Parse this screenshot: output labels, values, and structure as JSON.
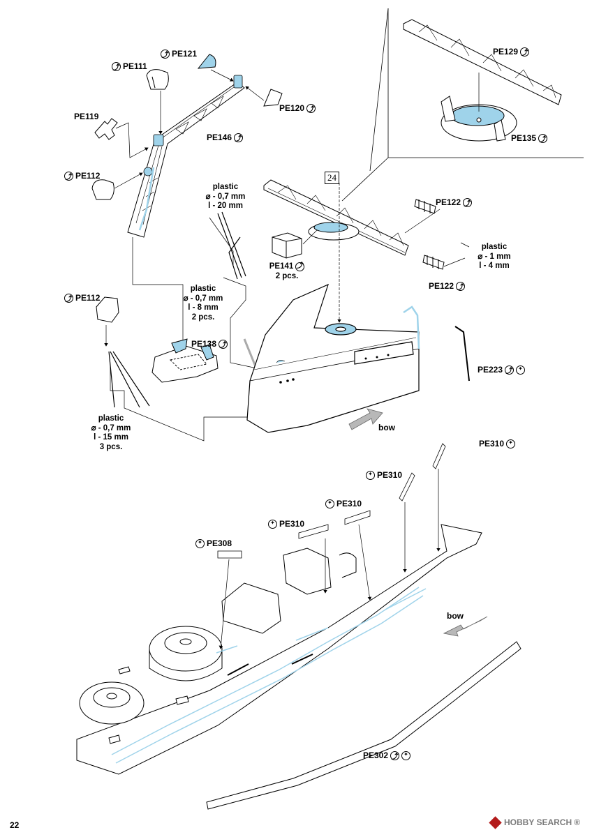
{
  "page": {
    "number": "22",
    "step": "24"
  },
  "watermark": {
    "text": "HOBBY SEARCH",
    "registered": "®"
  },
  "colors": {
    "line": "#000000",
    "highlight": "#9fd3ea",
    "arrow": "#9a9a9a"
  },
  "icons": {
    "bend": "bend-icon",
    "paint": "paint-icon"
  },
  "parts": {
    "pe121": "PE121",
    "pe111": "PE111",
    "pe120": "PE120",
    "pe119": "PE119",
    "pe146": "PE146",
    "pe112_top": "PE112",
    "pe129": "PE129",
    "pe135": "PE135",
    "pe122_top": "PE122",
    "pe122_bottom": "PE122",
    "pe141": "PE141",
    "pe141_qty": "2 pcs.",
    "pe112_bottom": "PE112",
    "pe138": "PE138",
    "pe223": "PE223",
    "pe310_a": "PE310",
    "pe310_b": "PE310",
    "pe310_c": "PE310",
    "pe310_d": "PE310",
    "pe308": "PE308",
    "pe302": "PE302"
  },
  "plastic_rods": [
    {
      "material": "plastic",
      "diameter": "⌀ - 0,7 mm",
      "length": "l - 20 mm",
      "qty": ""
    },
    {
      "material": "plastic",
      "diameter": "⌀ - 0,7 mm",
      "length": "l - 8 mm",
      "qty": "2 pcs."
    },
    {
      "material": "plastic",
      "diameter": "⌀ - 1 mm",
      "length": "l - 4 mm",
      "qty": ""
    },
    {
      "material": "plastic",
      "diameter": "⌀ - 0,7 mm",
      "length": "l - 15 mm",
      "qty": "3 pcs."
    }
  ],
  "direction_labels": {
    "bow_top": "bow",
    "bow_bottom": "bow"
  }
}
